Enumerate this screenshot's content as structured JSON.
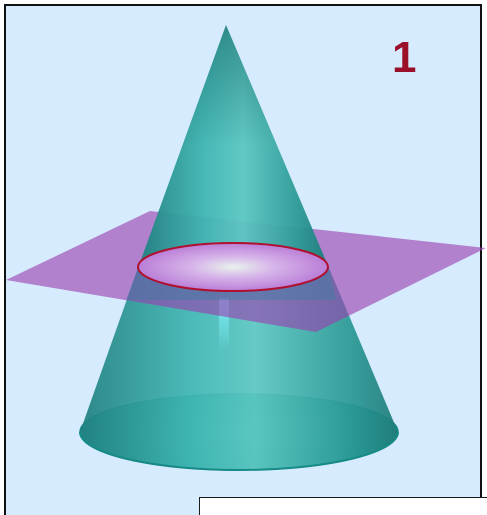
{
  "figure": {
    "slide_number": "1",
    "colors": {
      "background": "#d6ecfe",
      "cone": "#2f9f9c",
      "cone_edge": "#1a8f8a",
      "plane": "#9b3fb0",
      "section_fill": "#c98ee4",
      "section_edge": "#b0102e",
      "label": "#9a0f2a"
    },
    "shapes": [
      "cone",
      "cutting-plane",
      "circular-cross-section"
    ]
  }
}
